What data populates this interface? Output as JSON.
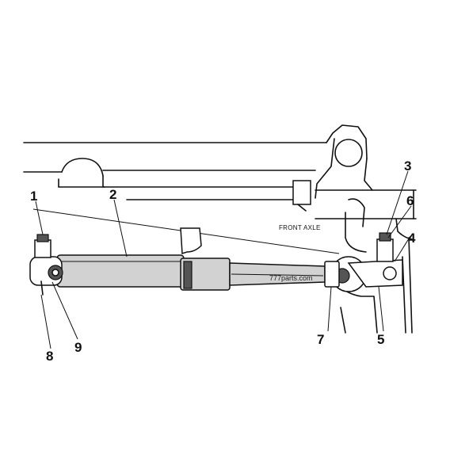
{
  "diagram": {
    "callouts": [
      {
        "id": "1",
        "label": "1"
      },
      {
        "id": "2",
        "label": "2"
      },
      {
        "id": "3",
        "label": "3"
      },
      {
        "id": "4",
        "label": "4"
      },
      {
        "id": "5",
        "label": "5"
      },
      {
        "id": "6",
        "label": "6"
      },
      {
        "id": "7",
        "label": "7"
      },
      {
        "id": "8",
        "label": "8"
      },
      {
        "id": "9",
        "label": "9"
      }
    ],
    "annotation": "FRONT AXLE",
    "watermark": "777parts.com"
  }
}
